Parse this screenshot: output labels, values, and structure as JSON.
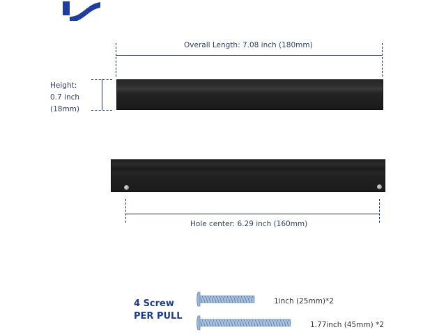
{
  "brand": {
    "logo_icon": "wave-logo-icon",
    "color": "#1d3d9f"
  },
  "dimensions": {
    "overall_length": "Overall Length: 7.08 inch (180mm)",
    "height_line1": "Height:",
    "height_line2": "0.7 inch",
    "height_line3": "(18mm)",
    "hole_center": "Hole center: 6.29 inch (160mm)"
  },
  "screws": {
    "title_line1": "4 Screw",
    "title_line2": "PER PULL",
    "items": [
      {
        "label": "1inch  (25mm)*2"
      },
      {
        "label": "1.77inch  (45mm)  *2"
      }
    ]
  },
  "colors": {
    "accent": "#1d3d8f",
    "line": "#1f2f5c",
    "handle": "#1e1e1e"
  }
}
